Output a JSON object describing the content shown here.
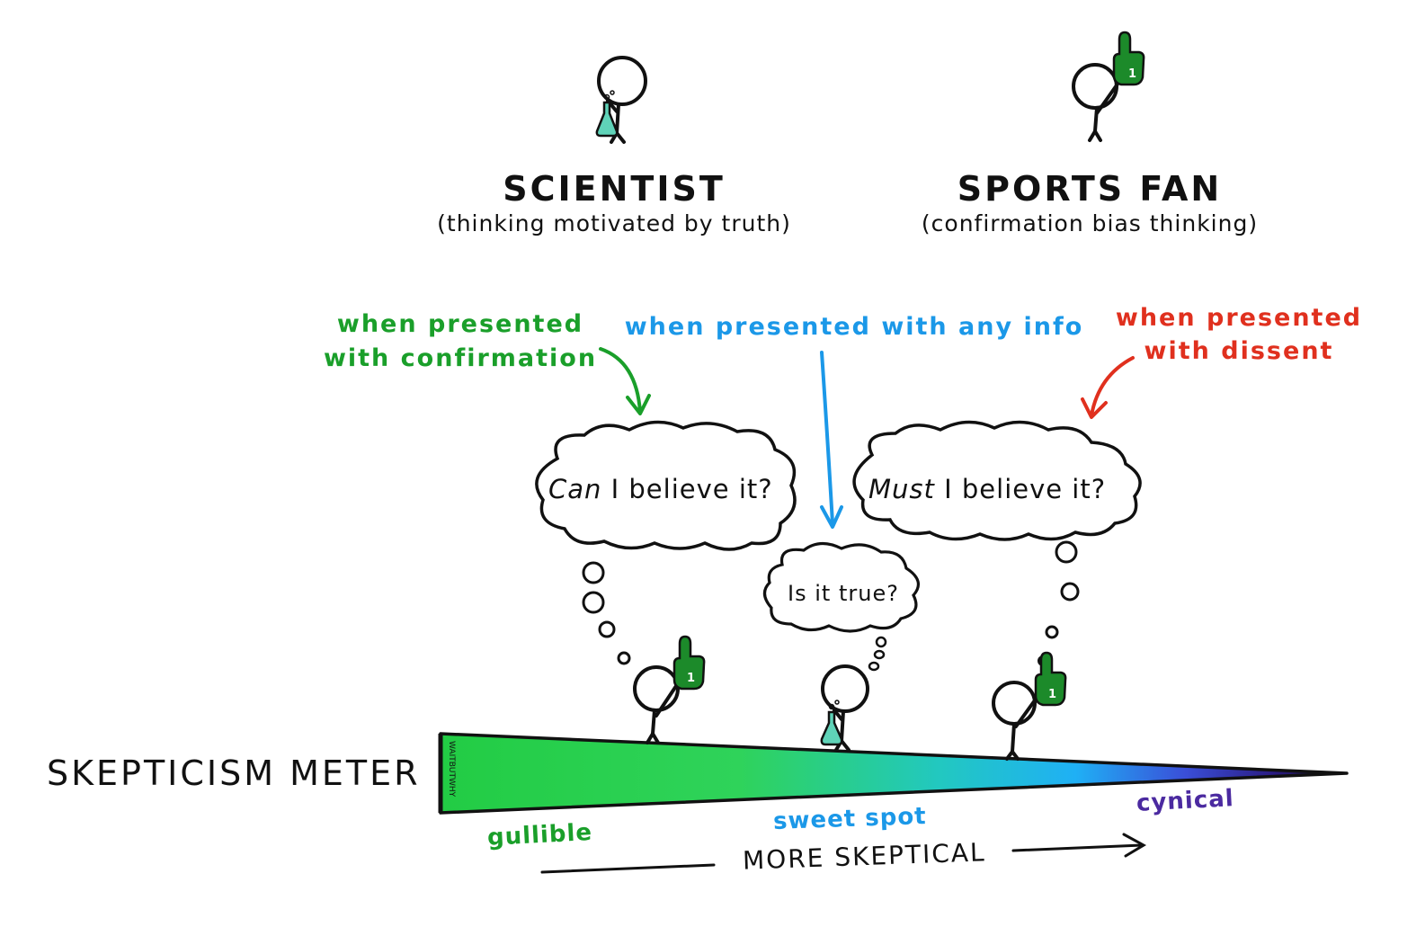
{
  "colors": {
    "green": "#1a9f2a",
    "blue": "#1b98e8",
    "red": "#e0301e",
    "purple": "#4b2aa0",
    "ink": "#111111",
    "fan_green": "#1c8a2a",
    "flask": "#5fd3b8"
  },
  "top": {
    "scientist": {
      "title": "SCIENTIST",
      "subtitle": "(thinking motivated by truth)",
      "icon": "flask-icon"
    },
    "sports_fan": {
      "title": "SPORTS FAN",
      "subtitle": "(confirmation bias thinking)",
      "icon": "foam-finger-icon"
    }
  },
  "captions": {
    "confirmation_line1": "when presented",
    "confirmation_line2": "with confirmation",
    "any_info": "when presented with any info",
    "dissent_line1": "when presented",
    "dissent_line2": "with dissent"
  },
  "thoughts": {
    "can_emph": "Can",
    "can_rest": "I believe it?",
    "must_emph": "Must",
    "must_rest": "I believe it?",
    "true": "Is it true?"
  },
  "meter": {
    "title": "SKEPTICISM METER",
    "gullible": "gullible",
    "sweet_spot": "sweet spot",
    "cynical": "cynical",
    "axis": "MORE SKEPTICAL",
    "watermark": "WAITBUTWHY"
  }
}
